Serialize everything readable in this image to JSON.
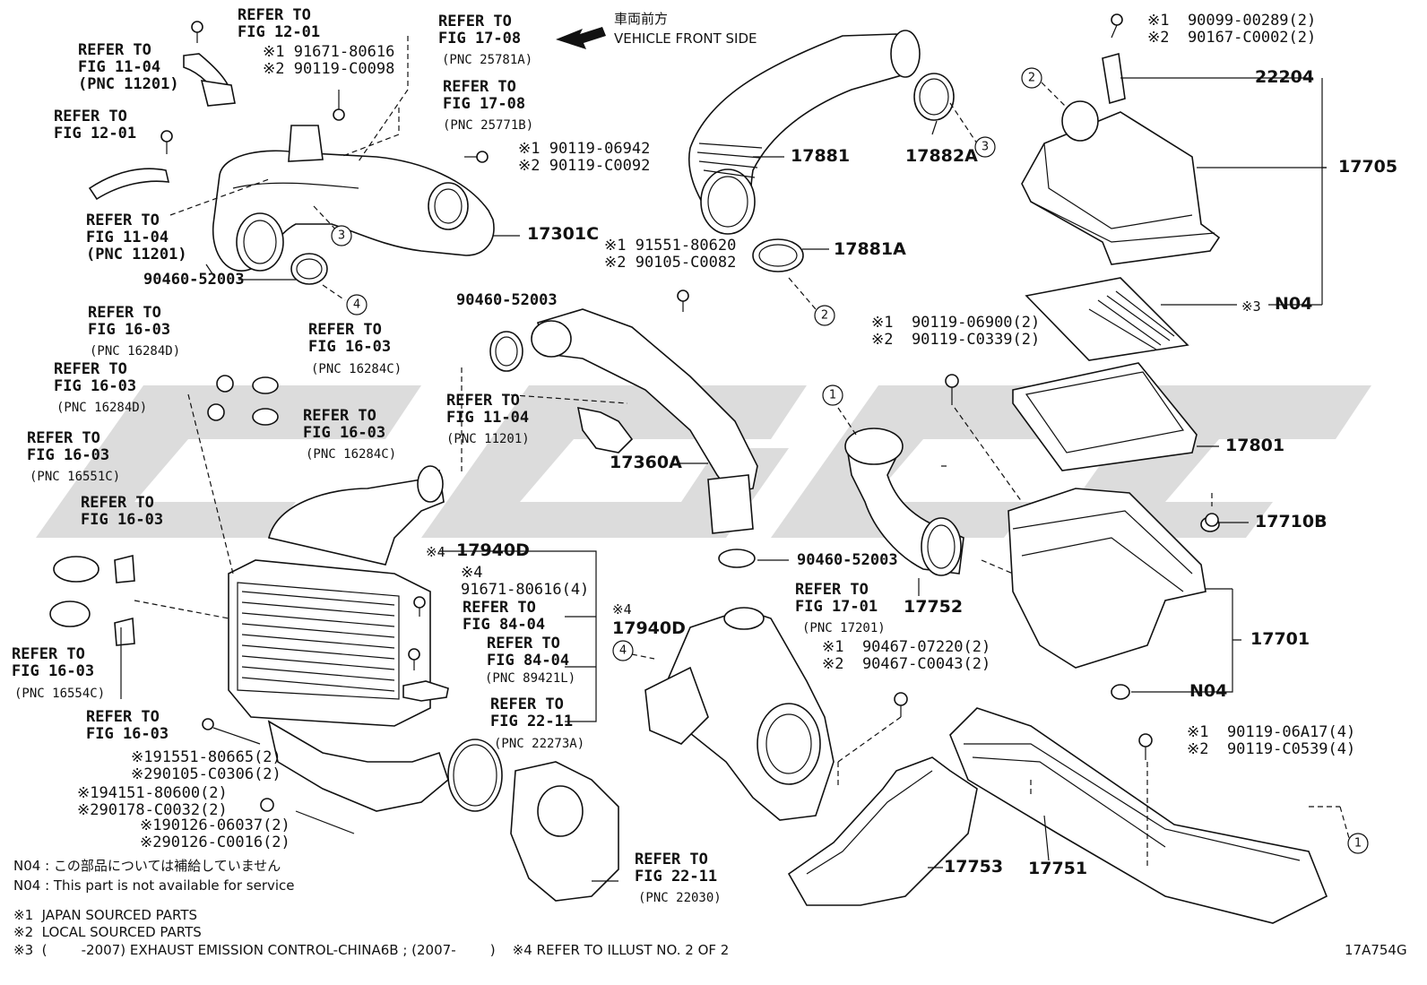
{
  "header": {
    "arrow_label_jp": "車両前方",
    "arrow_label_en": "VEHICLE FRONT SIDE"
  },
  "callouts": [
    "1",
    "2",
    "3",
    "4"
  ],
  "refs": {
    "r1": "REFER TO\nFIG 12-01",
    "r2": "REFER TO\nFIG 11-04\n(PNC 11201)",
    "r3": "REFER TO\nFIG 12-01",
    "r4": "REFER TO\nFIG 11-04\n(PNC 11201)",
    "r5": "REFER TO\nFIG 17-08",
    "r5pnc": "(PNC 25781A)",
    "r6": "REFER TO\nFIG 17-08",
    "r6pnc": "(PNC 25771B)",
    "r7": "REFER TO\nFIG 16-03",
    "r7pnc": "(PNC 16284D)",
    "r8": "REFER TO\nFIG 16-03",
    "r8pnc": "(PNC 16284D)",
    "r9": "REFER TO\nFIG 16-03",
    "r9pnc": "(PNC 16284C)",
    "r10": "REFER TO\nFIG 16-03",
    "r10pnc": "(PNC 16284C)",
    "r11": "REFER TO\nFIG 16-03",
    "r11pnc": "(PNC 16551C)",
    "r12": "REFER TO\nFIG 16-03",
    "r13": "REFER TO\nFIG 16-03",
    "r13pnc": "(PNC 16554C)",
    "r14": "REFER TO\nFIG 16-03",
    "r15": "REFER TO\nFIG 11-04",
    "r15pnc": "(PNC 11201)",
    "r16": "REFER TO\nFIG 84-04",
    "r17": "REFER TO\nFIG 84-04",
    "r17pnc": "(PNC 89421L)",
    "r18": "REFER TO\nFIG 22-11",
    "r18pnc": "(PNC 22273A)",
    "r19": "REFER TO\nFIG 22-11",
    "r19pnc": "(PNC 22030)",
    "r20": "REFER TO\nFIG 17-01",
    "r20pnc": "(PNC 17201)"
  },
  "parts": {
    "p17301C": "17301C",
    "p17881": "17881",
    "p17882A": "17882A",
    "p17881A": "17881A",
    "p22204": "22204",
    "p17705": "17705",
    "pN04a": "N04",
    "p17801": "17801",
    "p17710B": "17710B",
    "p17701": "17701",
    "pN04b": "N04",
    "p17360A": "17360A",
    "p17752": "17752",
    "p17940D_a": "17940D",
    "p17940D_b": "17940D",
    "p17753": "17753",
    "p17751": "17751",
    "p90460a": "90460-52003",
    "p90460b": "90460-52003",
    "p90460c": "90460-52003",
    "mark3": "※3"
  },
  "fasteners": {
    "f1": "※1 91671-80616\n※2 90119-C0098",
    "f2": "※1 90119-06942\n※2 90119-C0092",
    "f3": "※1 91551-80620\n※2 90105-C0082",
    "f4": "※1  90099-00289(2)\n※2  90167-C0002(2)",
    "f5": "※1  90119-06900(2)\n※2  90119-C0339(2)",
    "f6": "※4\n91671-80616(4)",
    "f7": "※4",
    "f7b": "※4",
    "f8": "※1  90467-07220(2)\n※2  90467-C0043(2)",
    "f9": "※1  90119-06A17(4)\n※2  90119-C0539(4)",
    "f10": "※191551-80665(2)\n※290105-C0306(2)",
    "f11": "※194151-80600(2)\n※290178-C0032(2)",
    "f12": "※190126-06037(2)\n※290126-C0016(2)"
  },
  "notes": {
    "n1": "N04 : この部品については補給していません",
    "n2": "N04 : This part is not available for service",
    "n3": "※1  JAPAN SOURCED PARTS",
    "n4": "※2  LOCAL SOURCED PARTS",
    "n5": "※3  (        -2007) EXHAUST EMISSION CONTROL-CHINA6B ; (2007-        )    ※4 REFER TO ILLUST NO. 2 OF 2",
    "code": "17A754G"
  }
}
